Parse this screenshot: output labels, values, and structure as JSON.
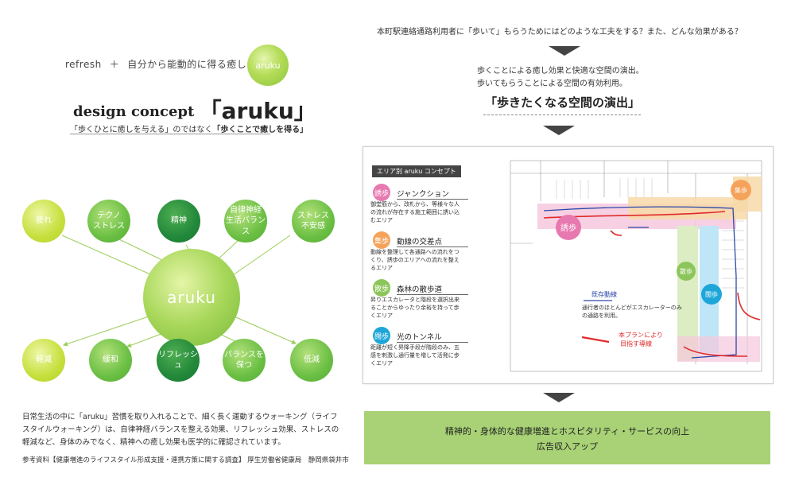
{
  "formula": {
    "refresh": "refresh",
    "plus": "＋",
    "self_healing": "自分から能動的に得る癒し",
    "equals": "＝",
    "result_label": "aruku"
  },
  "concept": {
    "prefix": "design concept",
    "title": "「aruku」",
    "sub_normal": "「歩くひとに癒しを与える」のではなく",
    "sub_bold": "「歩くことで癒しを得る」"
  },
  "diagram": {
    "center": "aruku",
    "top_nodes": [
      {
        "label": "疲れ",
        "tone": "light"
      },
      {
        "label": "テクノ\nストレス",
        "tone": "mid"
      },
      {
        "label": "精神",
        "tone": "dark"
      },
      {
        "label": "自律神経\n生活バランス",
        "tone": "mid"
      },
      {
        "label": "ストレス\n不安感",
        "tone": "mid"
      }
    ],
    "bottom_nodes": [
      {
        "label": "軽減",
        "tone": "light"
      },
      {
        "label": "緩和",
        "tone": "mid"
      },
      {
        "label": "リフレッシュ",
        "tone": "dark"
      },
      {
        "label": "バランスを\n保つ",
        "tone": "mid"
      },
      {
        "label": "低減",
        "tone": "mid"
      }
    ]
  },
  "body_text": "日常生活の中に「aruku」習慣を取り入れることで、細く長く運動するウォーキング（ライフスタイルウォーキング）は、自律神経バランスを整える効果、リフレッシュ効果、ストレスの軽減など、身体のみでなく、精神への癒し効果も医学的に確認されています。",
  "reference": "参考資料【健康増進のライフスタイル形成支援・連携方策に関する調査】 厚生労働省健康局　静岡県袋井市",
  "question": "本町駅連絡通路利用者に「歩いて」もらうためにはどのような工夫をする？また、どんな効果がある？",
  "effects": [
    "歩くことによる癒し効果と快適な空間の演出。",
    "歩いてもらうことによる空間の有効利用。"
  ],
  "catchphrase": "「歩きたくなる空間の演出」",
  "panel": {
    "tag": "エリア別 aruku コンセプト",
    "concepts": [
      {
        "icon": "誘歩",
        "title": "ジャンクション",
        "desc": "御堂筋から、改札から、等様々な人の流れが存在する施工範囲に誘い込むエリア",
        "color": "#e879b0"
      },
      {
        "icon": "集歩",
        "title": "動線の交差点",
        "desc": "動線を整理して各通路への流れをつくり、誘歩のエリアへの流れを整えるエリア",
        "color": "#f5a35a"
      },
      {
        "icon": "散歩",
        "title": "森林の散歩道",
        "desc": "昇りエスカレータと階段を選択出来ることからゆったり余裕を持って歩くエリア",
        "color": "#8cc65b"
      },
      {
        "icon": "闊歩",
        "title": "光のトンネル",
        "desc": "距離が短く昇降手段が階段のみ、五感を刺激し通行量を増して活発に歩くエリア",
        "color": "#1ea6d8"
      }
    ],
    "map_labels": {
      "yuho": "誘歩",
      "shuho": "集歩",
      "sanpo": "散歩",
      "kappo": "闊歩"
    },
    "legend": {
      "existing": "既存動線",
      "existing_note": "通行者のほとんどがエスカレーターのみの通路を利用。",
      "plan": "本プランにより",
      "plan2": "目指す導線"
    },
    "colors": {
      "blue_line": "#2b4aa8",
      "red_line": "#e02a2a",
      "pink_zone": "#f5c6dc",
      "orange_zone": "#f7d9a8",
      "green_zone": "#dcedc4",
      "blue_zone": "#bfe6f7"
    }
  },
  "result": [
    "精神的・身体的な健康増進とホスピタリティ・サービスの向上",
    "広告収入アップ"
  ]
}
